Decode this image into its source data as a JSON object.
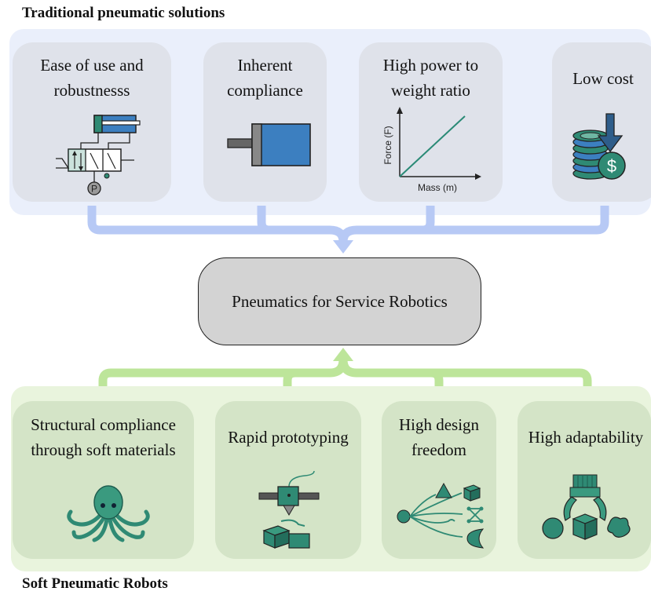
{
  "top_section": {
    "title": "Traditional pneumatic solutions",
    "cards": [
      {
        "label": "Ease of use and\nrobustnesss",
        "icon": "pneumatic-valve-cylinder-icon"
      },
      {
        "label": "Inherent\ncompliance",
        "icon": "pneumatic-cylinder-icon"
      },
      {
        "label": "High power to\nweight ratio",
        "icon": "force-mass-plot-icon",
        "plot": {
          "ylabel": "Force (F)",
          "xlabel": "Mass (m)"
        }
      },
      {
        "label": "Low cost",
        "icon": "coins-dollar-icon",
        "symbol": "$"
      }
    ]
  },
  "valve_symbol": "P",
  "center": {
    "label": "Pneumatics for Service Robotics"
  },
  "bottom_section": {
    "title": "Soft Pneumatic Robots",
    "cards": [
      {
        "label": "Structural compliance\nthrough soft materials",
        "icon": "octopus-icon"
      },
      {
        "label": "Rapid prototyping",
        "icon": "3d-printer-icon"
      },
      {
        "label": "High design\nfreedom",
        "icon": "design-branches-icon"
      },
      {
        "label": "High adaptability",
        "icon": "soft-gripper-icon"
      }
    ]
  },
  "colors": {
    "top_panel": "#eaeffb",
    "top_card": "#dfe2ea",
    "top_connector": "#b7c9f5",
    "bottom_panel": "#e9f4dd",
    "bottom_card": "#d4e4c7",
    "bottom_connector": "#bde59a",
    "center_box": "#d3d3d3",
    "icon_teal": "#2f8a74",
    "icon_blue": "#3c7fc0"
  }
}
